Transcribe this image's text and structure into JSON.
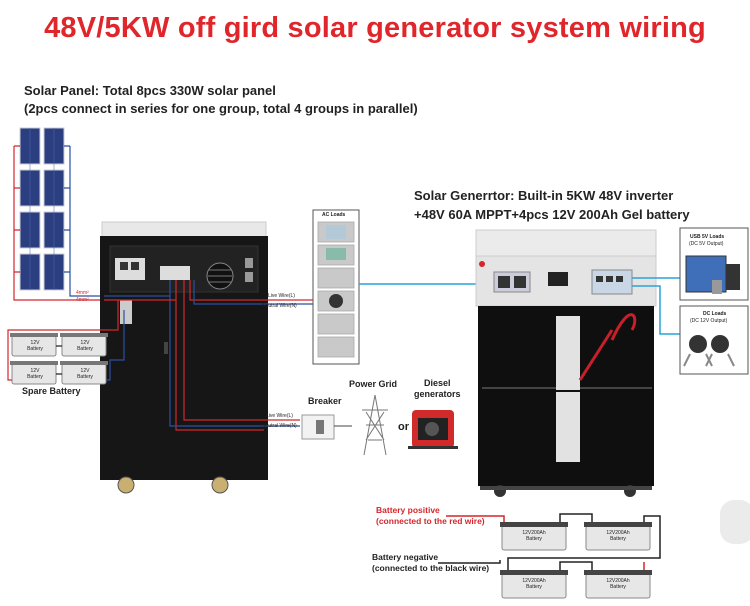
{
  "title": "48V/5KW off gird solar generator system wiring",
  "solar_panel": {
    "line1": "Solar Panel: Total 8pcs  330W solar panel",
    "line2": "(2pcs connect in series for one group, total 4 groups in parallel)"
  },
  "solar_generator": {
    "line1": "Solar Generrtor: Built-in 5KW 48V inverter",
    "line2": "+48V 60A MPPT+4pcs 12V 200Ah Gel battery"
  },
  "left_unit": {
    "pv_minus": "4mm²",
    "pv_plus": "4mm²",
    "live_wire_top": "Live Wire(L)",
    "neutral_wire_top": "Neutral Wire(N)",
    "live_wire_bottom": "Live Wire(L)",
    "neutral_wire_bottom": "Neutral Wire(N)"
  },
  "spare_battery": {
    "label": "Spare Battery",
    "battery_text": [
      "12V\nBattery",
      "12V\nBattery",
      "12V\nBattery",
      "12V\nBattery"
    ]
  },
  "ac_loads": {
    "label": "AC Loads"
  },
  "usb_loads": {
    "line1": "USB 5V Loads",
    "line2": "(DC 5V Output)"
  },
  "dc_loads": {
    "line1": "DC Loads",
    "line2": "(DC 12V Output)"
  },
  "grid": {
    "breaker": "Breaker",
    "power_grid": "Power Grid",
    "diesel_line1": "Diesel",
    "diesel_line2": "generators",
    "or": "or"
  },
  "battery_bank": {
    "positive_line1": "Battery positive",
    "positive_line2": "(connected to the red wire)",
    "negative_line1": "Battery negative",
    "negative_line2": "(connected to the black wire)",
    "battery_line1": "12V200Ah",
    "battery_line2": "Battery"
  },
  "colors": {
    "title": "#e0262b",
    "red_wire": "#d4262b",
    "blue_wire": "#2a4fa3",
    "cyan_wire": "#29a3d6"
  }
}
